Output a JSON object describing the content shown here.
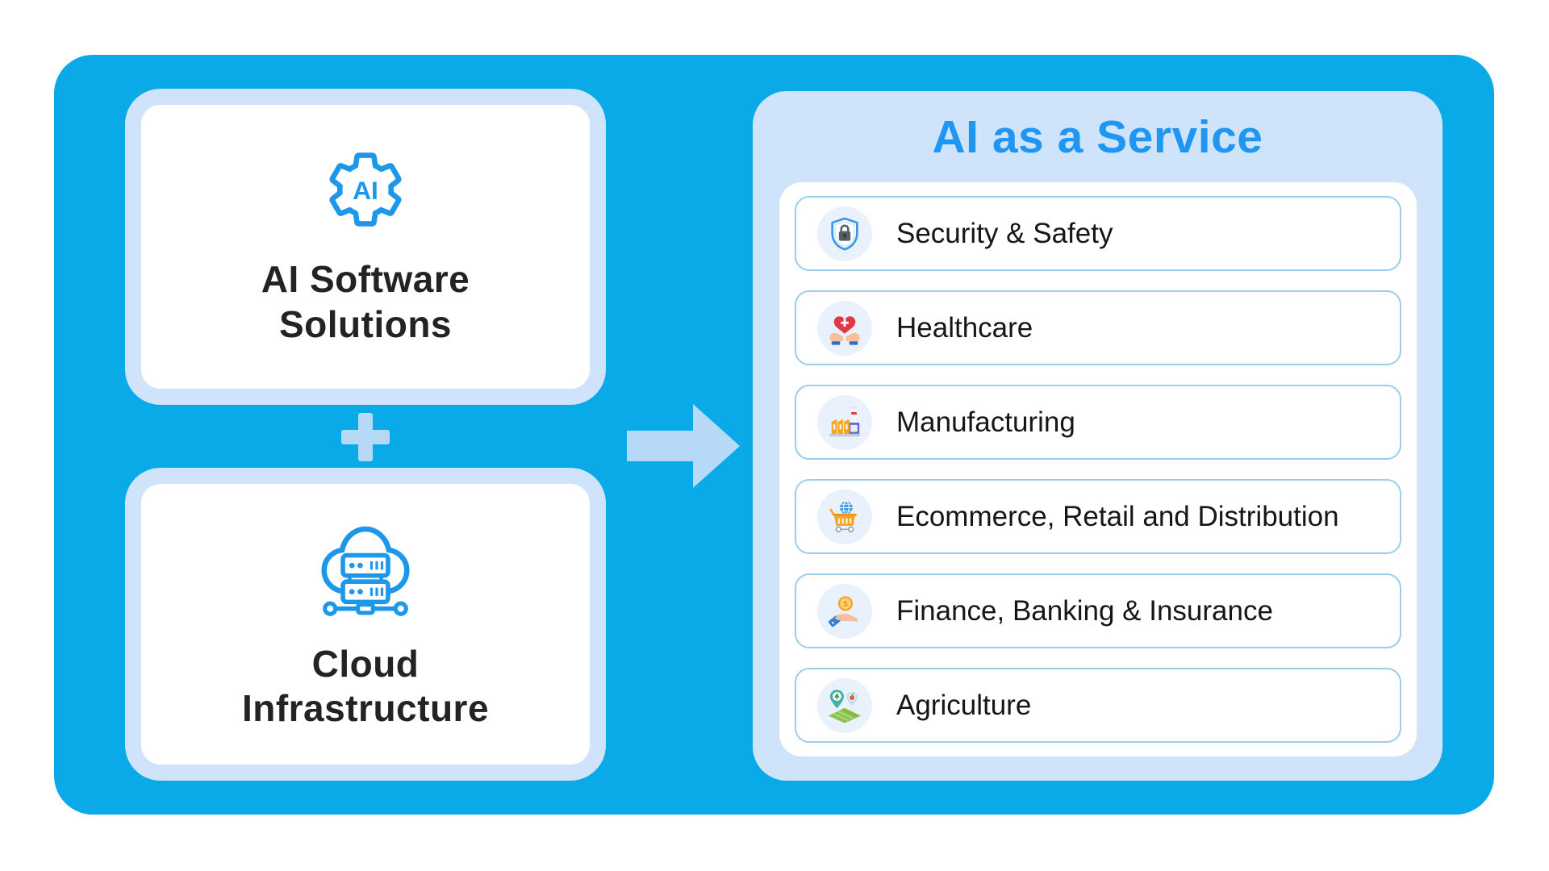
{
  "colors": {
    "canvas_blue": "#0aa9e8",
    "panel_light_blue": "#cfe4fa",
    "accent_light_blue": "#b5d9f6",
    "title_blue": "#1e96f2",
    "row_border_blue": "#9ccdeb",
    "icon_circle_bg": "#e9f2fc",
    "outline_icon_blue": "#1d97ea",
    "heading_dark": "#232323"
  },
  "left_stack": {
    "cards": [
      {
        "title": "AI Software\nSolutions",
        "icon": "ai-gear-icon"
      },
      {
        "title": "Cloud\nInfrastructure",
        "icon": "cloud-server-icon"
      }
    ],
    "plus_icon": "plus-icon",
    "arrow_icon": "arrow-right-icon"
  },
  "service_panel": {
    "title": "AI as a Service",
    "items": [
      {
        "label": "Security & Safety",
        "icon": "shield-lock-icon"
      },
      {
        "label": "Healthcare",
        "icon": "hands-heart-icon"
      },
      {
        "label": "Manufacturing",
        "icon": "factory-icon"
      },
      {
        "label": "Ecommerce, Retail and Distribution",
        "icon": "cart-globe-icon"
      },
      {
        "label": "Finance, Banking & Insurance",
        "icon": "hand-coin-icon"
      },
      {
        "label": "Agriculture",
        "icon": "agriculture-pins-icon"
      }
    ]
  }
}
